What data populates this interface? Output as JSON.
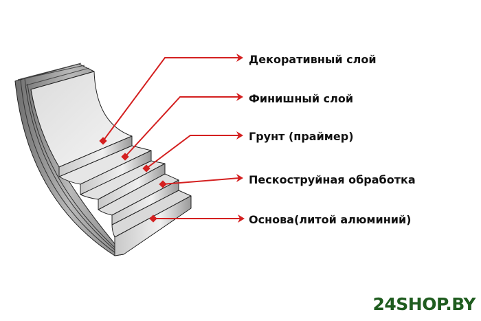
{
  "labels": [
    "Декоративный слой",
    "Финишный слой",
    "Грунт (праймер)",
    "Пескоструйная обработка",
    "Основа(литой алюминий)"
  ],
  "logo": "24SHOP.BY",
  "colors": {
    "arrow": "#d42020",
    "logo": "#1f5c1f"
  }
}
